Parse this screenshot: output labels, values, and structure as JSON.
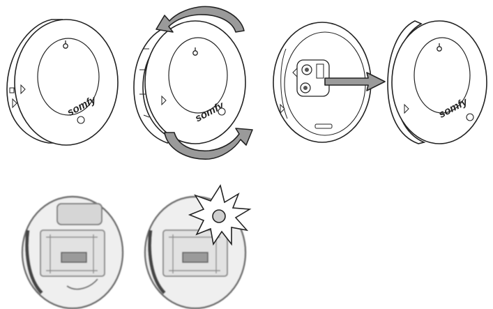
{
  "illustration": {
    "brand_text": "somfy",
    "panels": [
      {
        "step": "closed-sensor"
      },
      {
        "step": "twist-to-open"
      },
      {
        "step": "separate-cover"
      },
      {
        "step": "inner-view"
      },
      {
        "step": "led-flash"
      }
    ],
    "icons": [
      "hook-icon",
      "rotate-arrow-icon",
      "pull-arrow-icon",
      "battery-slot-icon",
      "led-burst-icon"
    ],
    "colors": {
      "line": "#222222",
      "arrow_fill": "#9a9a9a",
      "photo_tone": "#7d7d7d",
      "background": "#ffffff"
    }
  }
}
